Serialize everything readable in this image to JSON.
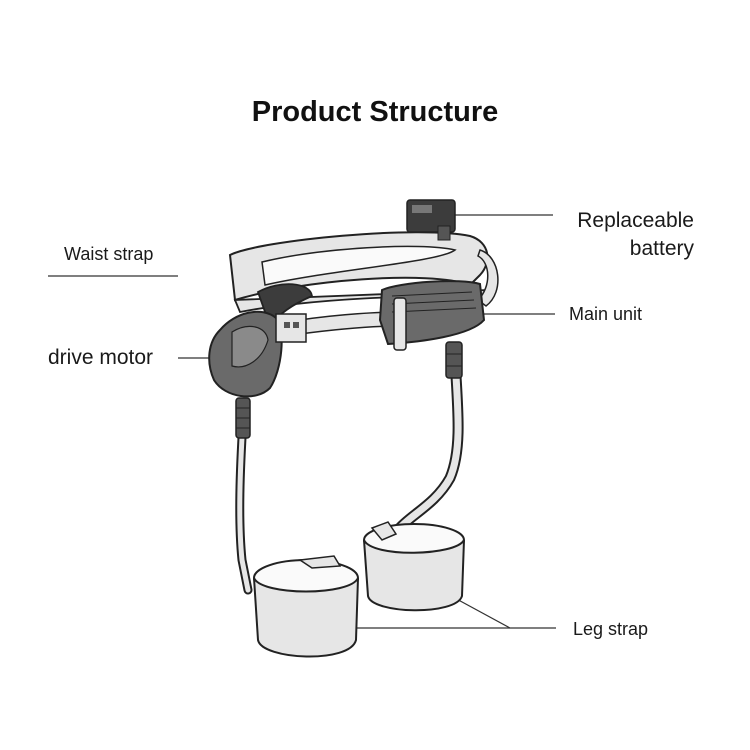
{
  "title": "Product Structure",
  "labels": {
    "waist_strap": "Waist strap",
    "battery_line1": "Replaceable",
    "battery_line2": "battery",
    "main_unit": "Main unit",
    "drive_motor": "drive motor",
    "leg_strap": "Leg strap"
  },
  "colors": {
    "outline": "#222222",
    "strap_fill": "#e6e6e6",
    "unit_fill": "#6a6a6a",
    "dark_fill": "#3c3c3c",
    "line": "#333333"
  }
}
